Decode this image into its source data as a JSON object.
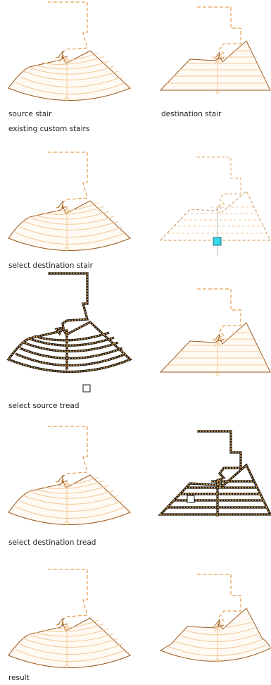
{
  "colors": {
    "outline": "#9a5a1e",
    "upper_outline": "#e08a2a",
    "tread_line": "#f4c896",
    "ghost": "#e5a560",
    "grip": "#33d6ea",
    "selected": "#1a1a1a"
  },
  "captions": {
    "source_stair": "source stair",
    "existing_custom_stairs": "existing custom stairs",
    "destination_stair": "destination stair",
    "select_destination_stair": "select destination stair",
    "select_source_tread": "select source tread",
    "select_destination_tread": "select destination tread",
    "result": "result"
  }
}
